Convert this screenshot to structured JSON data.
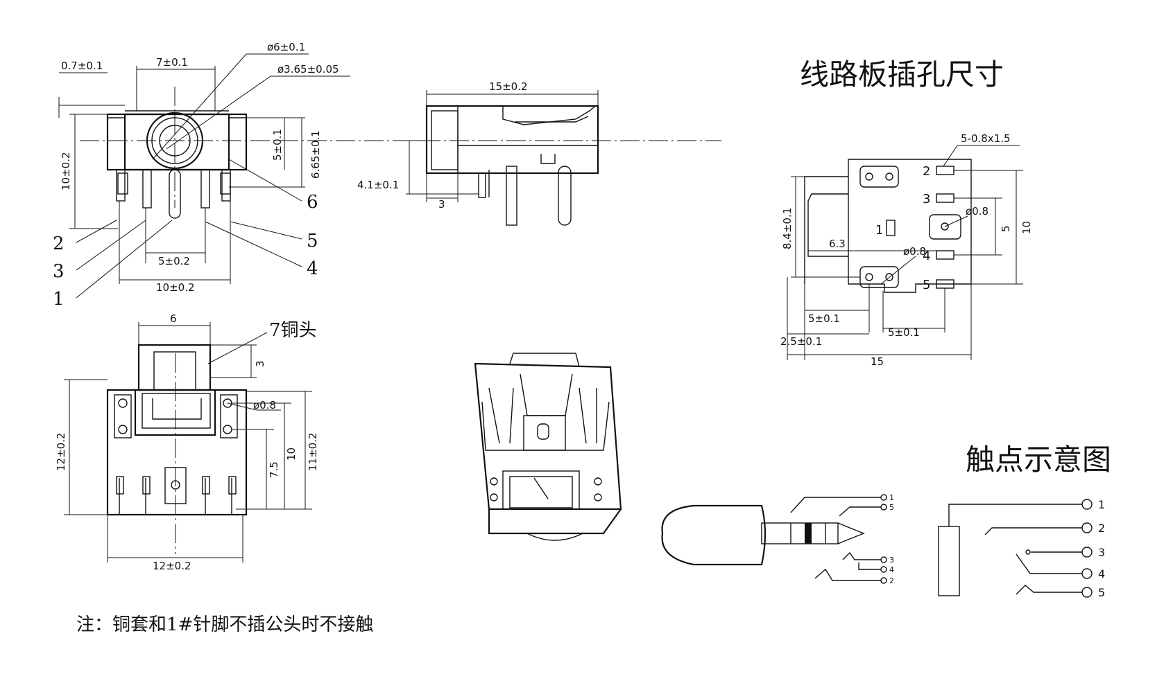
{
  "titles": {
    "pcb_hole_size": "线路板插孔尺寸",
    "contact_diagram": "触点示意图"
  },
  "front_view": {
    "dim_07": "0.7±0.1",
    "dim_7": "7±0.1",
    "dim_phi6": "ø6±0.1",
    "dim_phi365": "ø3.65±0.05",
    "dim_10": "10±0.2",
    "dim_5": "5±0.1",
    "dim_665": "6.65±0.1",
    "dim_5b": "5±0.2",
    "dim_10b": "10±0.2",
    "callout_1": "1",
    "callout_2": "2",
    "callout_3": "3",
    "callout_4": "4",
    "callout_5": "5",
    "callout_6": "6"
  },
  "side_view": {
    "dim_15": "15±0.2",
    "dim_41": "4.1±0.1",
    "dim_3": "3"
  },
  "bottom_view": {
    "dim_6": "6",
    "callout_7": "7铜头",
    "dim_3": "3",
    "dim_phi08": "ø0.8",
    "dim_12v": "12±0.2",
    "dim_75": "7.5",
    "dim_10": "10",
    "dim_11": "11±0.2",
    "dim_12h": "12±0.2"
  },
  "pcb": {
    "dim_slot": "5-0.8x1.5",
    "dim_phi08a": "ø0.8",
    "dim_phi08b": "ø0.8",
    "dim_84": "8.4±0.1",
    "dim_63": "6.3",
    "dim_5": "5",
    "dim_10": "10",
    "dim_5a": "5±0.1",
    "dim_5b": "5±0.1",
    "dim_25": "2.5±0.1",
    "dim_15": "15",
    "pin_1": "1",
    "pin_2": "2",
    "pin_3": "3",
    "pin_4": "4",
    "pin_5": "5"
  },
  "contacts": {
    "plug_1": "1",
    "plug_5": "5",
    "plug_3": "3",
    "plug_4": "4",
    "plug_2": "2",
    "sw_1": "1",
    "sw_2": "2",
    "sw_3": "3",
    "sw_4": "4",
    "sw_5": "5"
  },
  "note": "注：铜套和1#针脚不插公头时不接触"
}
